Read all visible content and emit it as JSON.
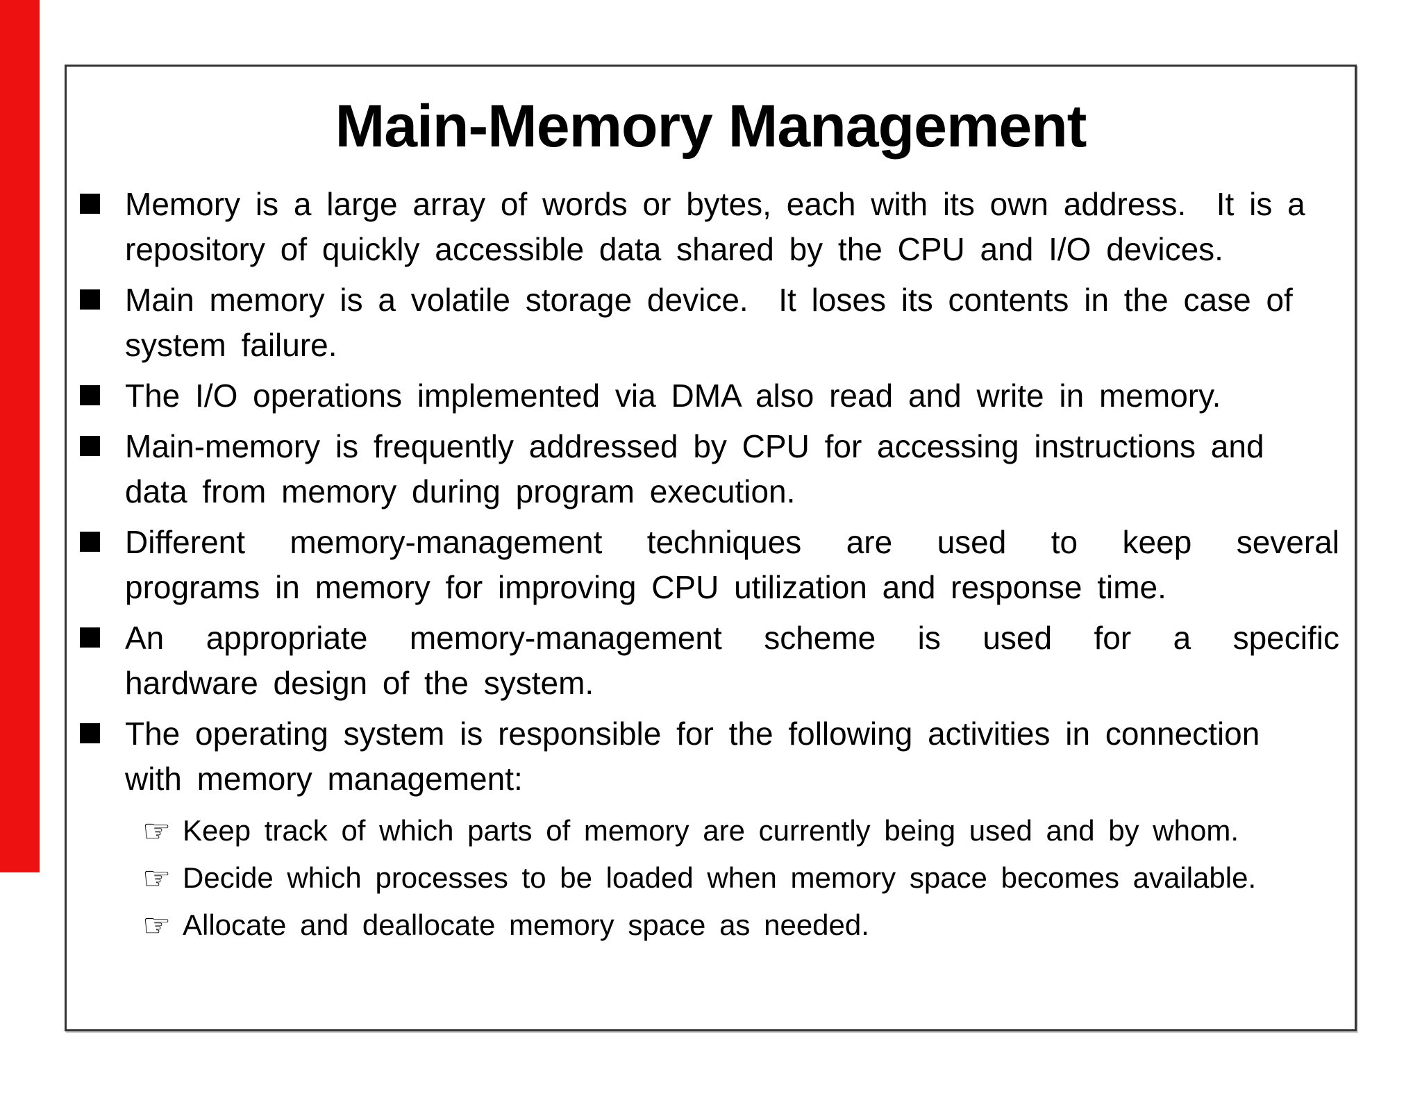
{
  "slide": {
    "title": "Main-Memory Management",
    "bullets": [
      {
        "level": 1,
        "icon": "square-bullet-icon",
        "justify": false,
        "lines": [
          "Memory is a large array of words or bytes, each with its own address.  It is a",
          "repository of quickly accessible data shared by the CPU and I/O devices."
        ]
      },
      {
        "level": 1,
        "icon": "square-bullet-icon",
        "justify": false,
        "lines": [
          "Main memory is a volatile storage device.  It loses its contents in the case of",
          "system failure."
        ]
      },
      {
        "level": 1,
        "icon": "square-bullet-icon",
        "justify": false,
        "lines": [
          "The I/O operations implemented via DMA also read and write in memory."
        ]
      },
      {
        "level": 1,
        "icon": "square-bullet-icon",
        "justify": false,
        "lines": [
          "Main-memory is frequently addressed by CPU for accessing instructions and",
          "data from memory during program execution."
        ]
      },
      {
        "level": 1,
        "icon": "square-bullet-icon",
        "justify": true,
        "lines": [
          "Different memory-management techniques are used to keep several",
          "programs in memory for improving CPU utilization and response time."
        ]
      },
      {
        "level": 1,
        "icon": "square-bullet-icon",
        "justify": true,
        "lines": [
          "An appropriate memory-management scheme is used for a specific",
          "hardware design of the system."
        ]
      },
      {
        "level": 1,
        "icon": "square-bullet-icon",
        "justify": false,
        "lines": [
          "The operating system is responsible for the following activities in connection",
          "with memory management:"
        ]
      },
      {
        "level": 2,
        "icon": "pointing-hand-icon",
        "justify": false,
        "lines": [
          "Keep track of which parts of memory are currently being used and by whom."
        ]
      },
      {
        "level": 2,
        "icon": "pointing-hand-icon",
        "justify": false,
        "lines": [
          "Decide which processes to be loaded when memory space becomes available."
        ]
      },
      {
        "level": 2,
        "icon": "pointing-hand-icon",
        "justify": false,
        "lines": [
          "Allocate and deallocate memory space as needed."
        ]
      }
    ]
  },
  "icons": {
    "square-bullet-icon": "■",
    "pointing-hand-icon": "☞"
  },
  "colors": {
    "background": "#ffffff",
    "text": "#000000",
    "slide_border": "#333333",
    "red_marker": "#ee1111"
  }
}
